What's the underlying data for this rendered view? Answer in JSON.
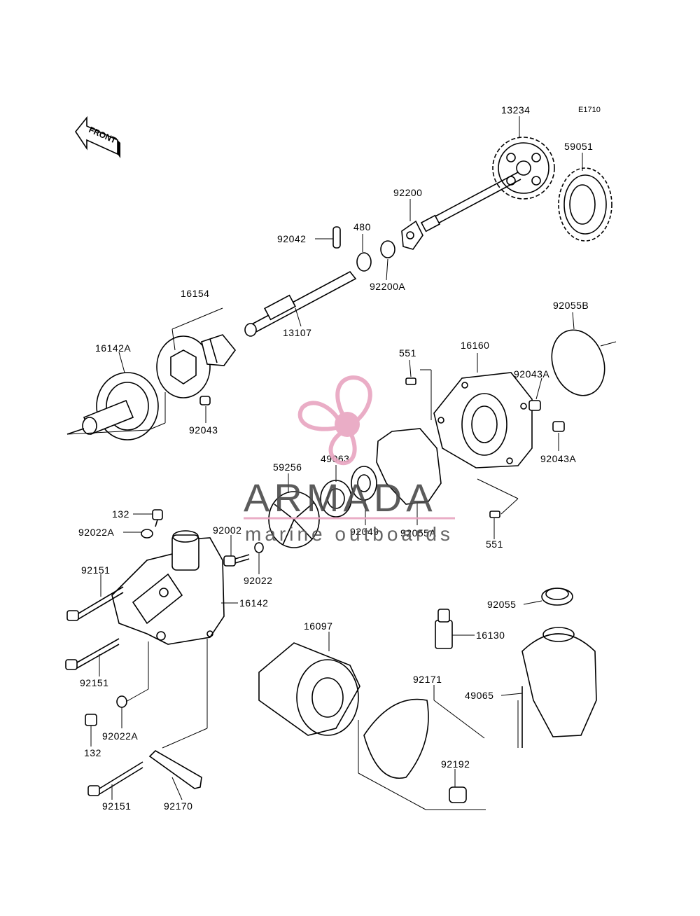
{
  "diagram_code": "E1710",
  "front_arrow_label": "FRONT",
  "watermark": {
    "title": "ARMADA",
    "subtitle": "marine outboards",
    "logo_color": "#e8a5c0",
    "logo_center_color": "#e8a5c0"
  },
  "labels": {
    "p13234": "13234",
    "p59051": "59051",
    "p92200": "92200",
    "p480": "480",
    "p92042": "92042",
    "p92200A": "92200A",
    "p16154": "16154",
    "p13107": "13107",
    "p16142A": "16142A",
    "p92043": "92043",
    "p92055B": "92055B",
    "p551a": "551",
    "p16160": "16160",
    "p92043Aa": "92043A",
    "p92043Ab": "92043A",
    "p49063": "49063",
    "p59256": "59256",
    "p92049": "92049",
    "p92055A": "92055A",
    "p551b": "551",
    "p132a": "132",
    "p92022Aa": "92022A",
    "p92002": "92002",
    "p92022": "92022",
    "p92151a": "92151",
    "p16142": "16142",
    "p92151b": "92151",
    "p92022Ab": "92022A",
    "p132b": "132",
    "p92151c": "92151",
    "p92170": "92170",
    "p16097": "16097",
    "p92171": "92171",
    "p92192": "92192",
    "p92055": "92055",
    "p16130": "16130",
    "p49065": "49065"
  }
}
